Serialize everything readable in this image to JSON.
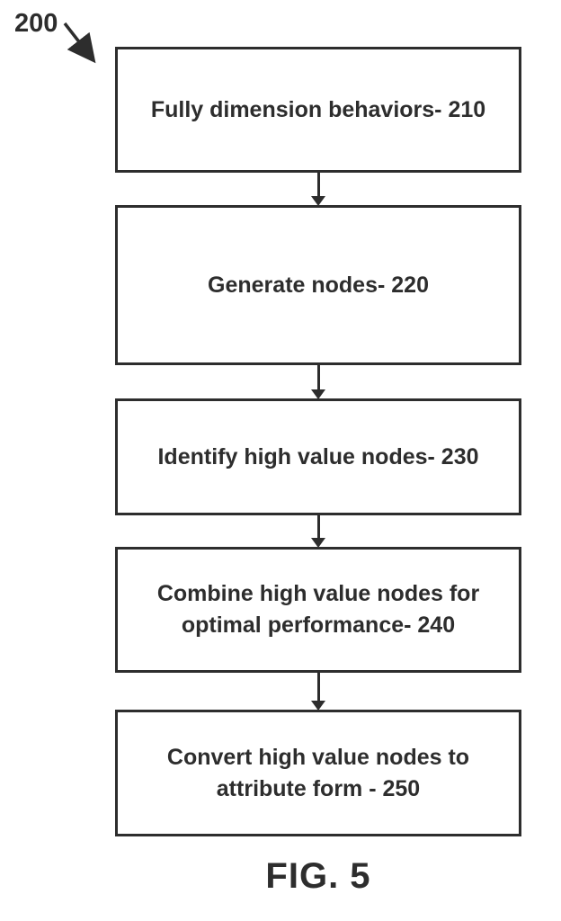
{
  "figure": {
    "reference_label": "200",
    "caption": "FIG. 5",
    "steps": [
      {
        "label": "Fully dimension behaviors- 210"
      },
      {
        "label": "Generate nodes- 220"
      },
      {
        "label": "Identify high value nodes- 230"
      },
      {
        "label": "Combine high value nodes for optimal performance- 240"
      },
      {
        "label": "Convert high value nodes to attribute form - 250"
      }
    ],
    "colors": {
      "ink": "#2d2d2d",
      "background": "#ffffff"
    }
  }
}
